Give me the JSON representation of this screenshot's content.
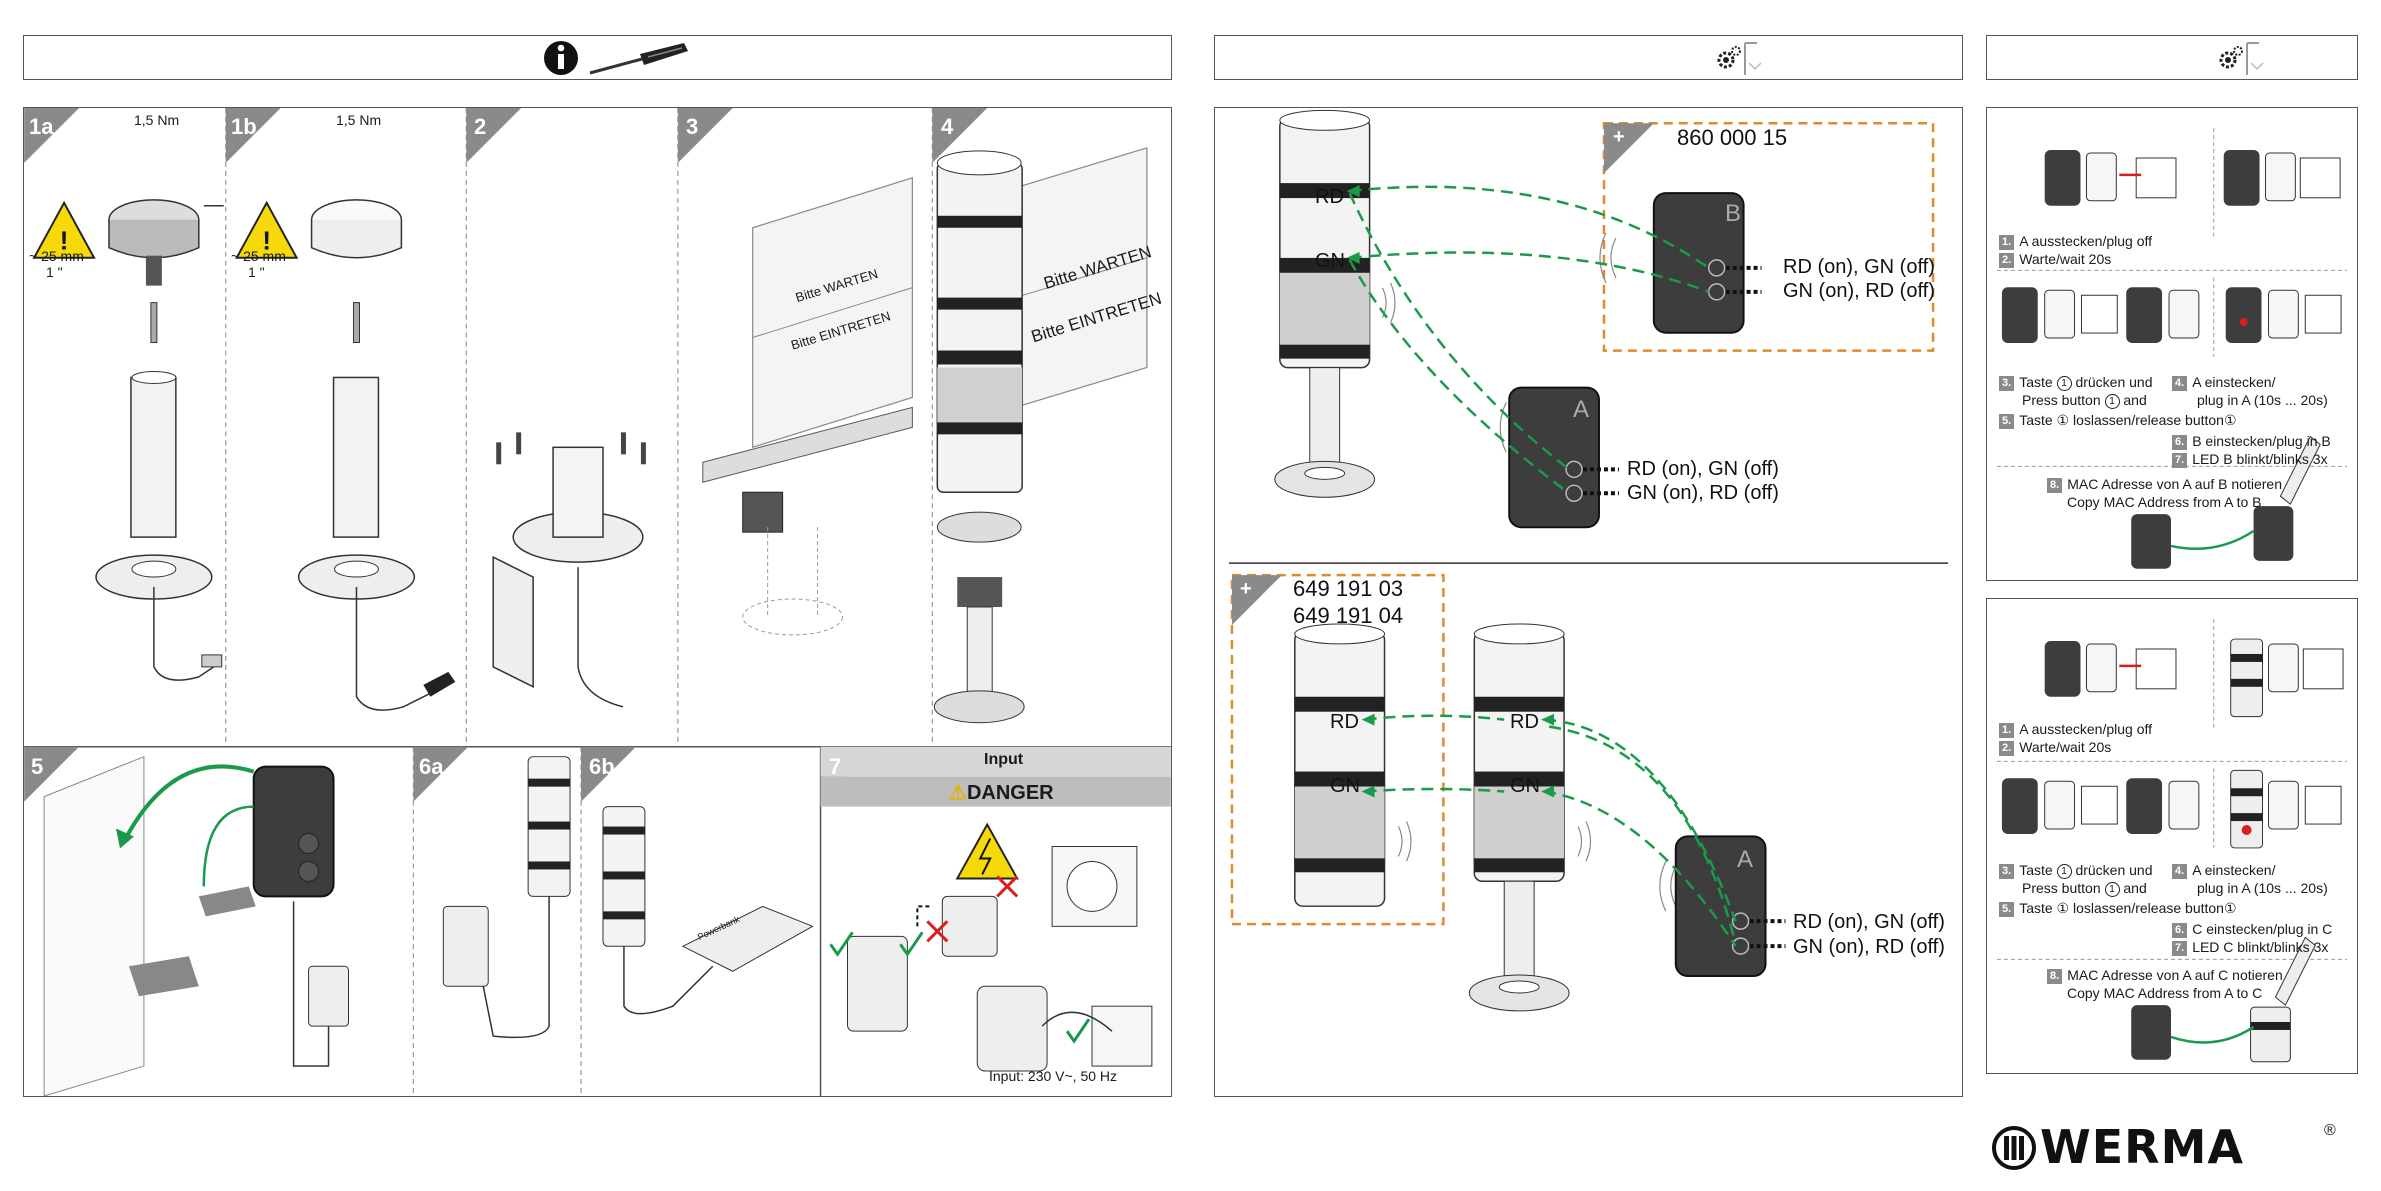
{
  "header": {
    "left_icons": [
      "info-icon",
      "screwdriver-icon"
    ],
    "right_icons": [
      "gear-icon",
      "machine-icon"
    ]
  },
  "steps": {
    "labels": [
      "1a",
      "1b",
      "2",
      "3",
      "4",
      "5",
      "6a",
      "6b",
      "7"
    ],
    "torque": "1,5 Nm",
    "measure_mm": "~ 25 mm",
    "measure_in": "1 \"",
    "sign_wait": "Bitte WARTEN",
    "sign_enter": "Bitte EINTRETEN",
    "input_label": "Input",
    "danger_label": "DANGER",
    "input_spec": "Input: 230 V~, 50 Hz",
    "powerbank": "Powerbank"
  },
  "pairing": {
    "plus": "+",
    "transmitter_number": "860 000 15",
    "tower_number_1": "649 191 03",
    "tower_number_2": "649 191 04",
    "RD": "RD",
    "GN": "GN",
    "line_red": "RD (on), GN (off)",
    "line_green": "GN (on), RD (off)",
    "module_a": "A",
    "module_b": "B"
  },
  "instructions_top": {
    "s1": "A ausstecken/plug off",
    "s2": "Warte/wait 20s",
    "s3a": "Taste",
    "s3b": "drücken und",
    "s3c": "Press button",
    "s3d": "and",
    "s4a": "A einstecken/",
    "s4b": "plug in A  (10s ... 20s)",
    "s5": "Taste ① loslassen/release button①",
    "s6": "B einstecken/plug in B",
    "s7": "LED B blinkt/blinks 3x",
    "s8a": "MAC Adresse von A auf B notieren",
    "s8b": "Copy MAC Address from A to B"
  },
  "instructions_bottom": {
    "s1": "A ausstecken/plug off",
    "s2": "Warte/wait 20s",
    "s3a": "Taste",
    "s3b": "drücken und",
    "s3c": "Press button",
    "s3d": "and",
    "s4a": "A einstecken/",
    "s4b": "plug in A  (10s ... 20s)",
    "s5": "Taste ① loslassen/release button①",
    "s6": "C einstecken/plug in C",
    "s7": "LED C blinkt/blinks 3x",
    "s8a": "MAC Adresse von A auf C notieren",
    "s8b": "Copy MAC Address from A to C"
  },
  "step_numbers": [
    "1.",
    "2.",
    "3.",
    "4.",
    "5.",
    "6.",
    "7.",
    "8."
  ],
  "circled_one": "1",
  "brand": {
    "logo_text": "WERMA",
    "registered": "®"
  },
  "colors": {
    "green": "#1a9a4a",
    "orange": "#e08a2e",
    "red": "#d81e1e",
    "warning_yellow": "#f5d90a",
    "grey_tag": "#8a8a8a"
  }
}
